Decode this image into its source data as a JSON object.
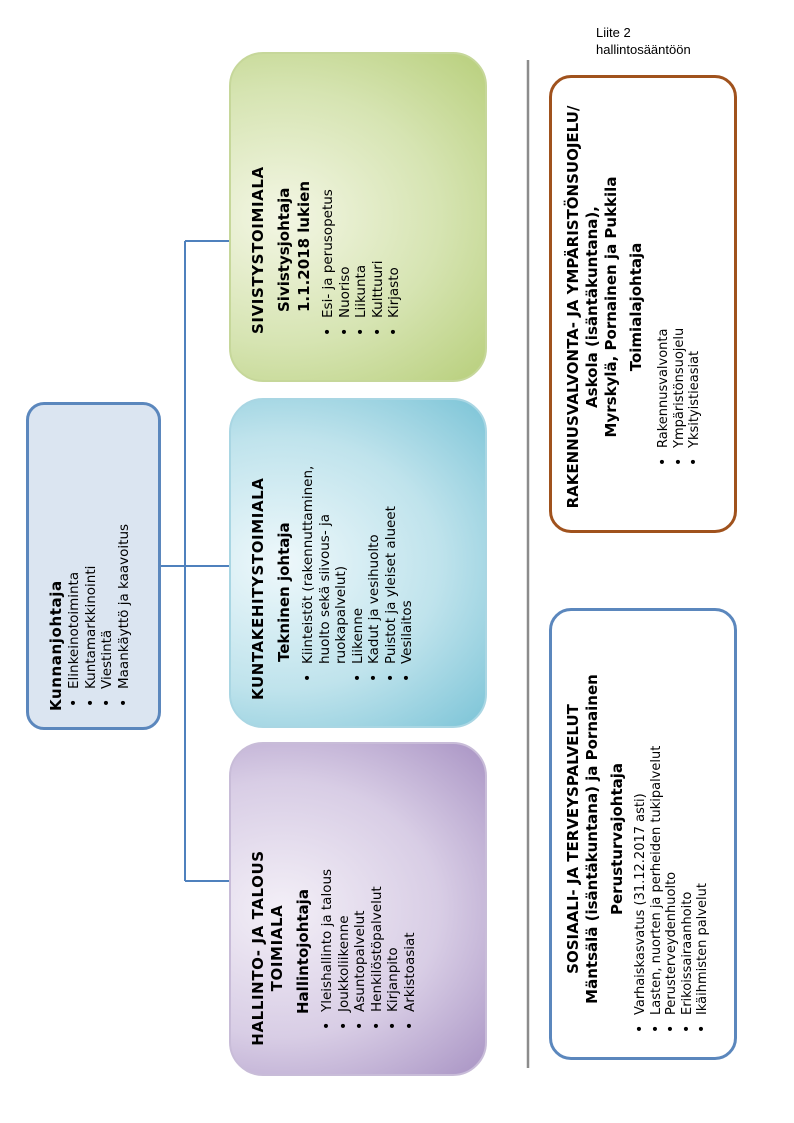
{
  "annex": {
    "line1": "Liite 2",
    "line2": "hallintosääntöön"
  },
  "kunnanjohtaja": {
    "title": "Kunnanjohtaja",
    "items": [
      "Elinkeinotoiminta",
      "Kuntamarkkinointi",
      "Viestintä",
      "Maankäyttö ja kaavoitus"
    ]
  },
  "sivistys": {
    "title": "SIVISTYSTOIMIALA",
    "leader": "Sivistysjohtaja",
    "note": "1.1.2018 lukien",
    "items": [
      "Esi- ja perusopetus",
      "Nuoriso",
      "Liikunta",
      "Kulttuuri",
      "Kirjasto"
    ]
  },
  "kuntakehitys": {
    "title": "KUNTAKEHITYSTOIMIALA",
    "leader": "Tekninen johtaja",
    "first_item_lines": [
      "Kiinteistöt (rakennuttaminen,",
      "huolto sekä siivous- ja",
      "ruokapalvelut)"
    ],
    "items": [
      "Liikenne",
      "Kadut ja vesihuolto",
      "Puistot ja yleiset alueet",
      "Vesilaitos"
    ]
  },
  "hallinto": {
    "title_line1": "HALLINTO- JA TALOUS",
    "title_line2": "TOIMIALA",
    "leader": "Hallintojohtaja",
    "items": [
      "Yleishallinto ja talous",
      "Joukkoliikenne",
      "Asuntopalvelut",
      "Henkilöstöpalvelut",
      "Kirjanpito",
      "Arkistoasiat"
    ]
  },
  "rakennus": {
    "title_line1": "RAKENNUSVALVONTA- JA YMPÄRISTÖNSUOJELU/",
    "title_line2": "Askola (isäntäkuntana),",
    "title_line3": "Myrskylä, Pornainen ja Pukkila",
    "leader": "Toimialajohtaja",
    "items": [
      "Rakennusvalvonta",
      "Ympäristönsuojelu",
      "Yksityistieasiat"
    ]
  },
  "sosiaali": {
    "title_line1": "SOSIAALI- JA TERVEYSPALVELUT",
    "title_line2": "Mäntsälä (isäntäkuntana) ja Pornainen",
    "leader": "Perusturvajohtaja",
    "items": [
      "Varhaiskasvatus (31.12.2017 asti)",
      "Lasten, nuorten ja perheiden tukipalvelut",
      "Perusterveydenhuolto",
      "Erikoissairaanhoito",
      "Ikäihmisten palvelut"
    ]
  },
  "colors": {
    "connector": "#4f81bd",
    "divider": "#8c8c8c",
    "chief_fill": "#dbe5f1",
    "chief_border": "#5b87bd",
    "sivistys_fill": "#d6e4b2",
    "kunta_fill": "#bfe3ec",
    "hallinto_fill": "#d8cde5",
    "rakennus_border": "#a0521d",
    "sosiaali_border": "#5b87bd"
  }
}
